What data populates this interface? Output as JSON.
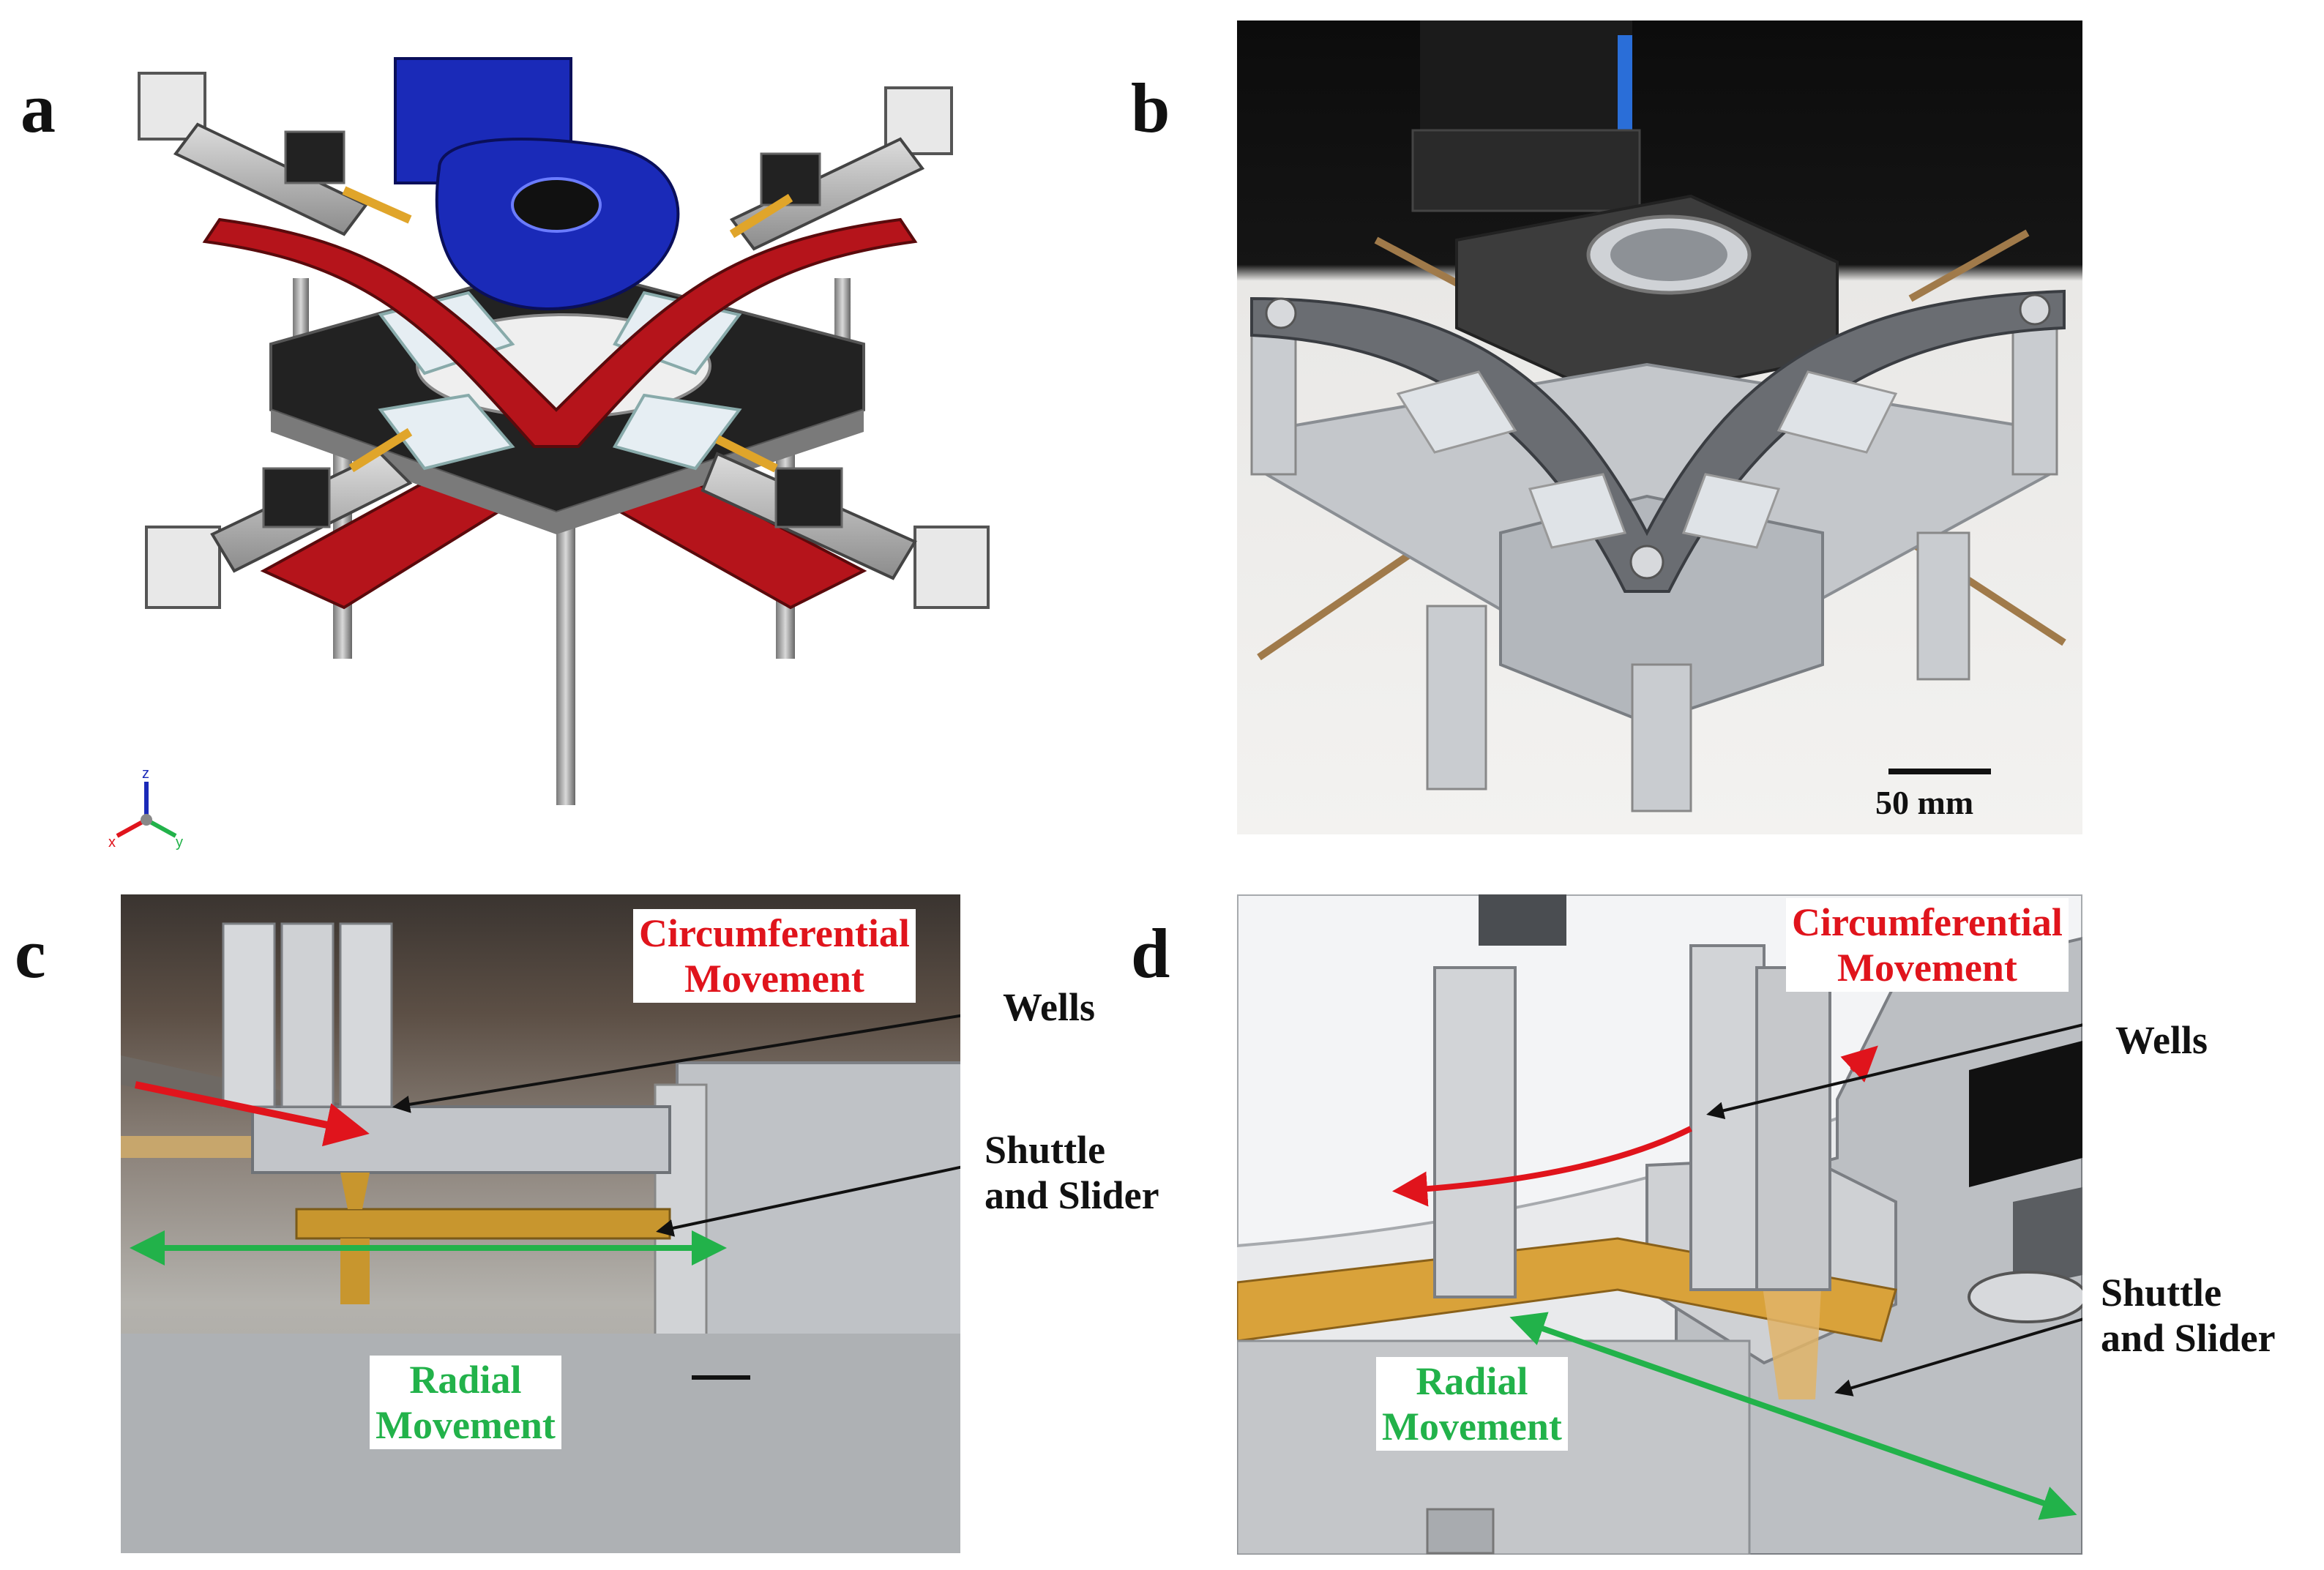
{
  "figure": {
    "panels": [
      {
        "letter": "a"
      },
      {
        "letter": "b",
        "scale_bar_label": "50 mm"
      },
      {
        "letter": "c",
        "labels": {
          "circumferential": [
            "Circumferential",
            "Movement"
          ],
          "wells": "Wells",
          "shuttle": [
            "Shuttle",
            "and Slider"
          ],
          "radial": [
            "Radial",
            "Movement"
          ]
        }
      },
      {
        "letter": "d",
        "labels": {
          "circumferential": [
            "Circumferential",
            "Movement"
          ],
          "wells": "Wells",
          "shuttle": [
            "Shuttle",
            "and Slider"
          ],
          "radial": [
            "Radial",
            "Movement"
          ]
        }
      }
    ]
  },
  "colors": {
    "red_arrow": "#e0141c",
    "green_arrow": "#22b24a",
    "cad_red": "#b5141b",
    "cad_blue": "#1a2ab8",
    "aluminum": "#b9bcc0",
    "brass": "#c8962e"
  },
  "axis_triad": {
    "labels": [
      "z",
      "x",
      "y"
    ]
  }
}
